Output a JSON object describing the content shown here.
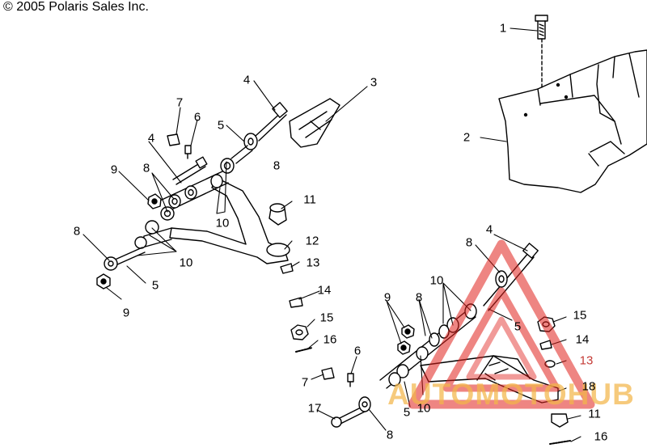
{
  "copyright": "© 2005 Polaris Sales Inc.",
  "callouts": {
    "c1": "1",
    "c2": "2",
    "c3": "3",
    "u4a": "4",
    "u4b": "4",
    "u5a": "5",
    "u5b": "5",
    "u6": "6",
    "u7": "7",
    "u8a": "8",
    "u8b": "8",
    "u8c": "8",
    "u9a": "9",
    "u9b": "9",
    "u10a": "10",
    "u10b": "10",
    "u11": "11",
    "u12": "12",
    "u13": "13",
    "u14": "14",
    "u15": "15",
    "u16": "16",
    "l4": "4",
    "l5a": "5",
    "l5b": "5",
    "l6": "6",
    "l7": "7",
    "l8a": "8",
    "l8b": "8",
    "l8c": "8",
    "l9": "9",
    "l10a": "10",
    "l10b": "10",
    "l11": "11",
    "l13": "13",
    "l14": "14",
    "l15": "15",
    "l16": "16",
    "l17": "17",
    "l18": "18"
  },
  "watermark": {
    "text": "AUTOMOTOHUB",
    "color": "#f3b64a",
    "accent": "#e0201b"
  }
}
